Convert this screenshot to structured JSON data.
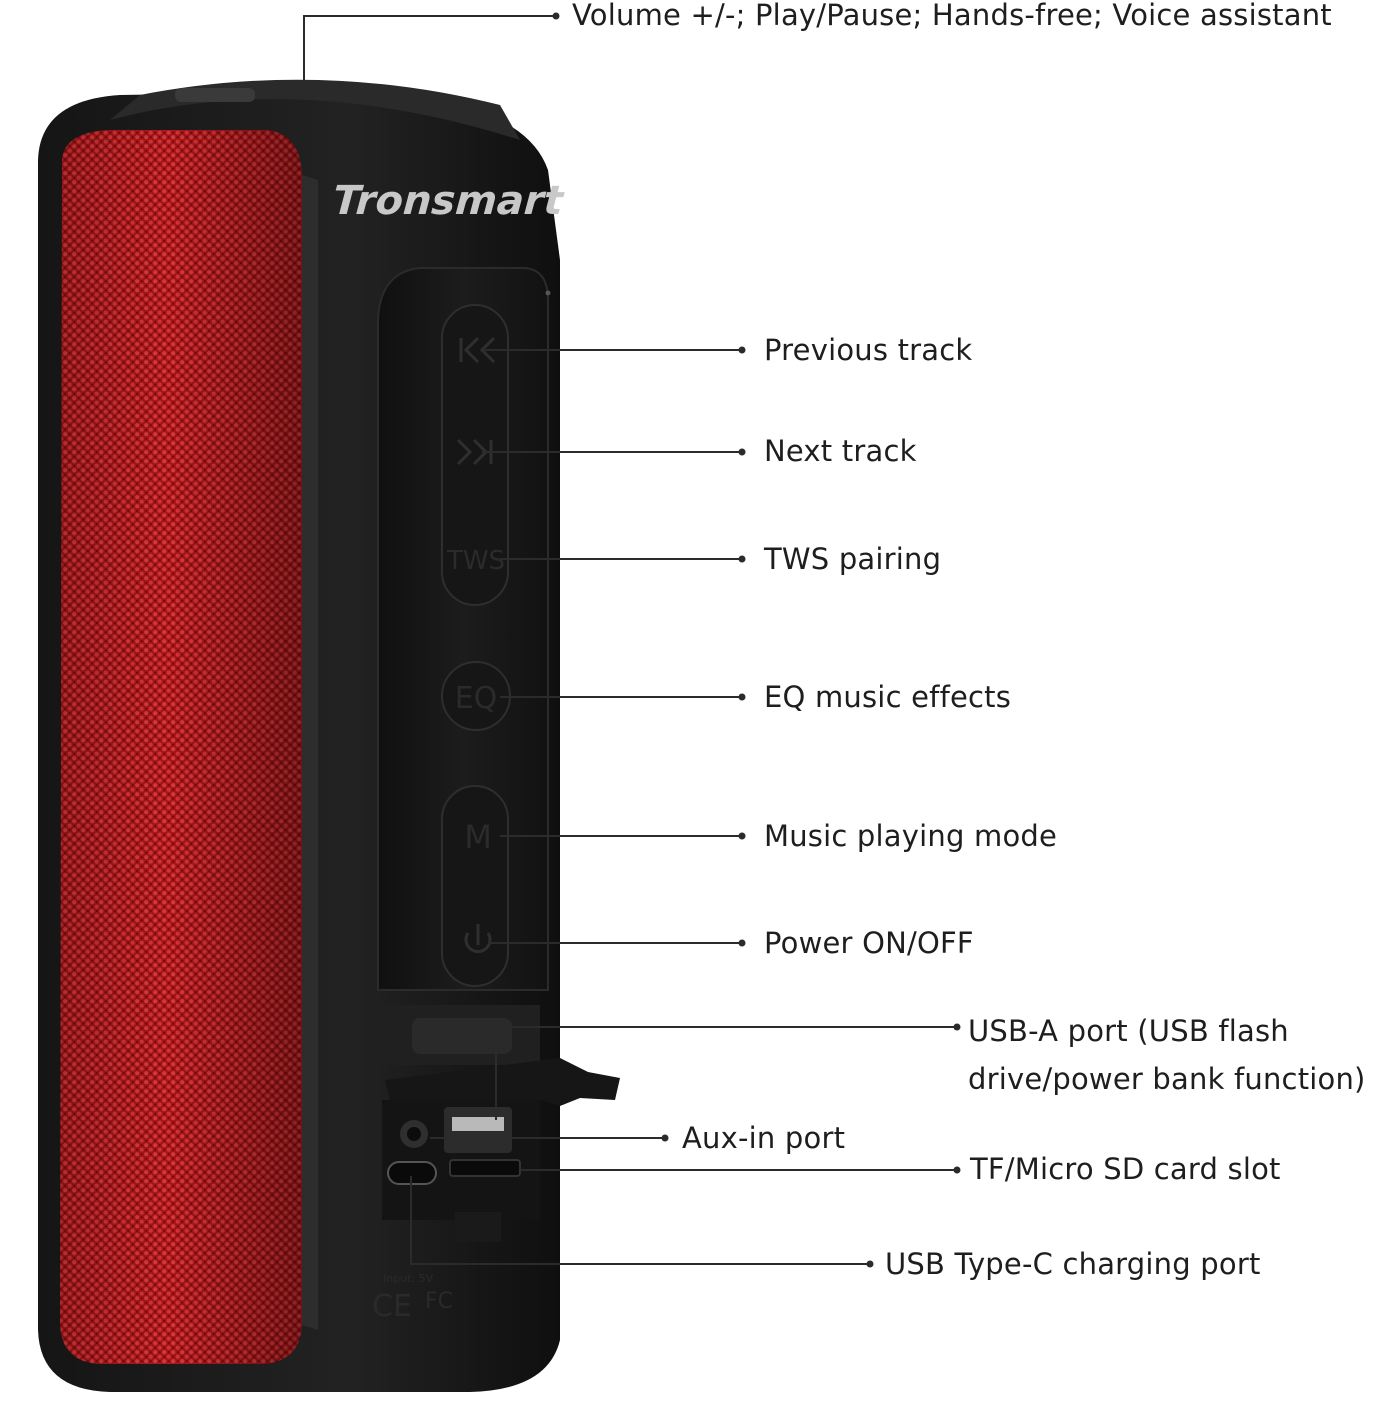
{
  "brand": "Tronsmart",
  "buttons": {
    "prev_icon": "previous-track-icon",
    "next_icon": "next-track-icon",
    "tws": "TWS",
    "eq": "EQ",
    "mode": "M",
    "power_icon": "power-icon"
  },
  "callouts": {
    "top": "Volume +/-; Play/Pause; Hands-free; Voice assistant",
    "prev": "Previous track",
    "next": "Next track",
    "tws": "TWS pairing",
    "eq": "EQ music effects",
    "mode": "Music playing mode",
    "power": "Power ON/OFF",
    "usb_a_line1": "USB-A port (USB flash",
    "usb_a_line2": "drive/power bank function)",
    "aux": "Aux-in port",
    "tf": "TF/Micro SD card slot",
    "usb_c": "USB Type-C charging port"
  },
  "colors": {
    "grille": "#b3171a",
    "body": "#1b1b1b",
    "line": "#333333"
  }
}
